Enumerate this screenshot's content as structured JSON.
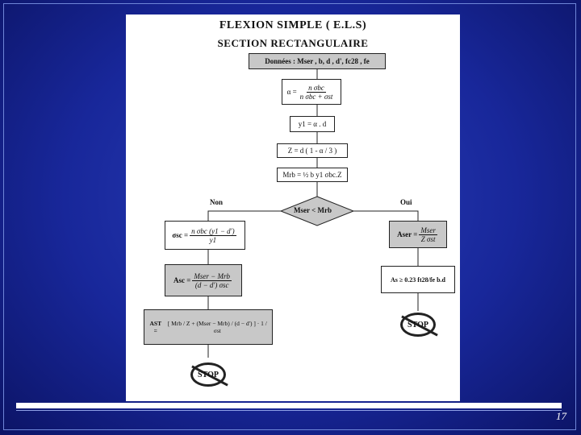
{
  "slide": {
    "page_number": "17"
  },
  "document": {
    "title_line1": "FLEXION SIMPLE  ( E.L.S)",
    "title_line2": "SECTION RECTANGULAIRE"
  },
  "flowchart": {
    "inputs": "Données : Mser , b, d , d', fc28 , fe",
    "alpha_formula_lhs": "α =",
    "alpha_num": "n σbc",
    "alpha_den": "n σbc + σst",
    "y1_formula": "y1 =  α . d",
    "z_formula": "Z =  d ( 1 -  α / 3 )",
    "mrb_formula": "Mrb = ½ b y1 σbc.Z",
    "decision": "Mser < Mrb",
    "label_no": "Non",
    "label_yes": "Oui",
    "sigma_sc_lhs": "σsc =",
    "sigma_sc_num": "n σbc (y1 − d')",
    "sigma_sc_den": "y1",
    "asc_lhs": "Asc =",
    "asc_num": "Mser − Mrb",
    "asc_den": "(d − d') σsc",
    "ast_lhs": "AST =",
    "ast_expr": "[ Mrb / Z + (Mser − Mrb) / (d − d') ] · 1 / σst",
    "aser_lhs": "Aser =",
    "aser_num": "Mser",
    "aser_den": "Z σst",
    "as_min": "As ≥ 0.23 ft28/fe b.d",
    "stop_label": "STOP"
  },
  "colors": {
    "background": "#18279a",
    "box_gray": "#c8c8c8"
  }
}
